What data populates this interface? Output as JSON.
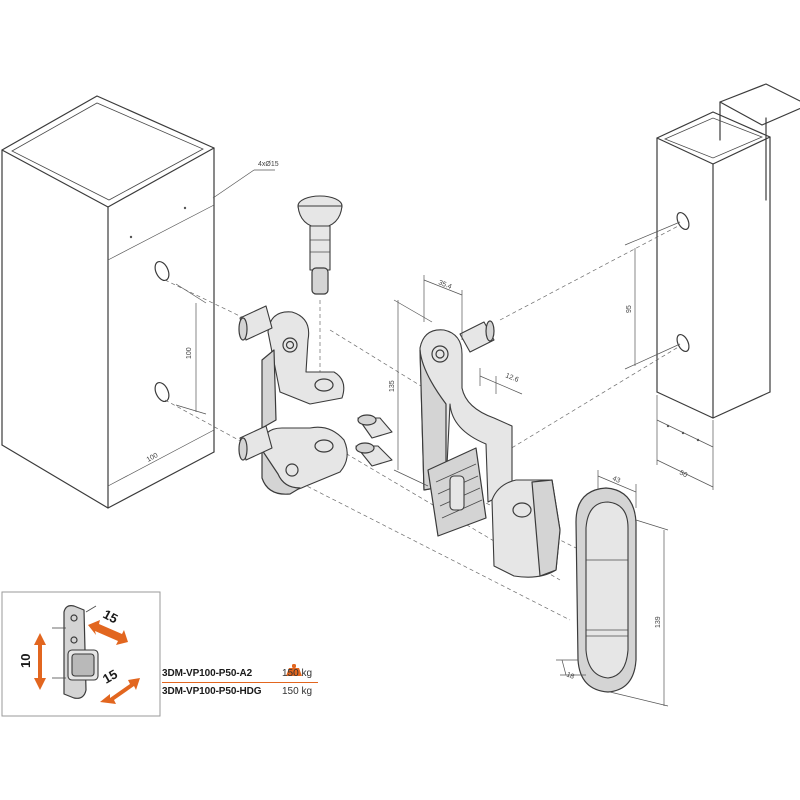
{
  "dimensions": {
    "holes": "4xØ15",
    "post_spacing": "100",
    "post_width": "100",
    "plate_height": "135",
    "plate_width": "35.4",
    "plate_offset": "12.6",
    "gate_spacing": "95",
    "gate_width": "50",
    "cap_width": "43",
    "cap_height": "139",
    "cap_depth": "18"
  },
  "adjustment": {
    "vertical": "10",
    "horizontal_top": "15",
    "horizontal_bottom": "15"
  },
  "products": [
    {
      "code": "3DM-VP100-P50-A2",
      "load": "150 kg"
    },
    {
      "code": "3DM-VP100-P50-HDG",
      "load": "150 kg"
    }
  ],
  "colors": {
    "accent": "#e2661f",
    "line": "#3b3b3b"
  },
  "icons": {
    "weight": "weight-icon"
  }
}
